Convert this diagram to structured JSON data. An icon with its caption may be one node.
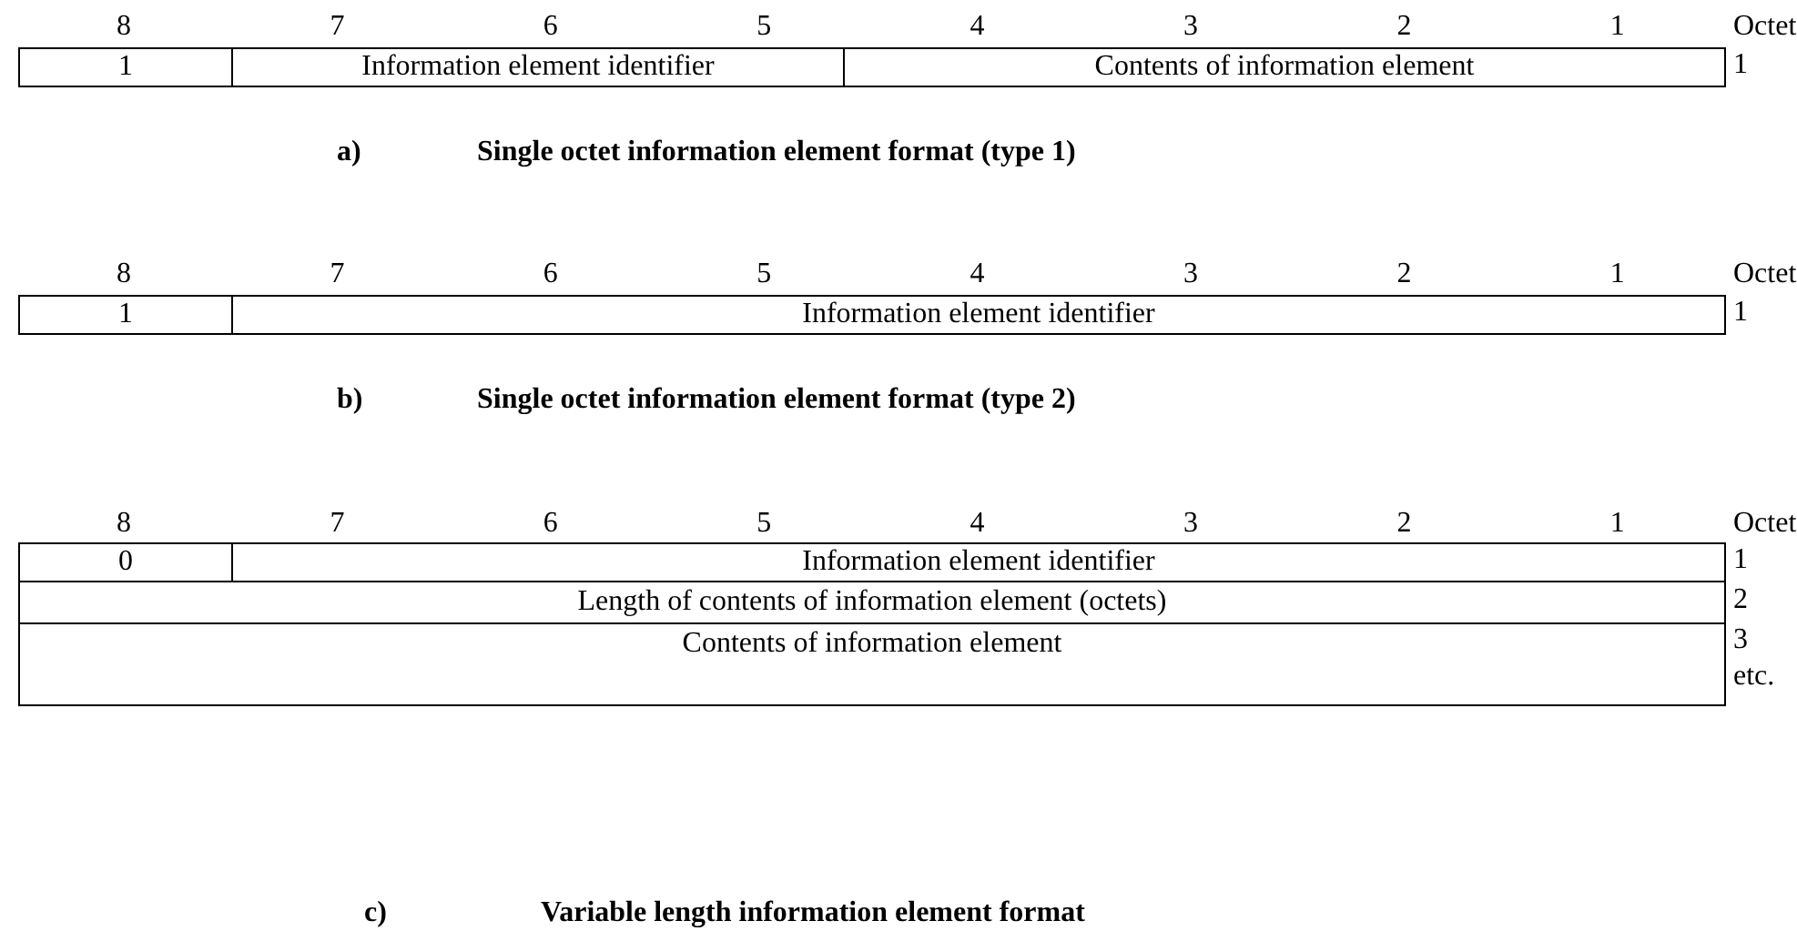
{
  "diagram": {
    "nodes": [
      {
        "text": [
          "1"
        ]
      },
      {
        "text": [
          "Information element identifier"
        ]
      },
      {
        "text": [
          "Contents of information element"
        ]
      },
      {
        "text": [
          "1"
        ]
      },
      {
        "text": [
          "Information element identifier"
        ]
      },
      {
        "text": [
          "0"
        ]
      },
      {
        "text": [
          "Information element identifier"
        ]
      },
      {
        "text": [
          "Length of contents of information element (octets)"
        ]
      },
      {
        "text": [
          "Contents of information element"
        ]
      }
    ],
    "labels": [
      "8",
      "7",
      "6",
      "5",
      "4",
      "3",
      "2",
      "1",
      "Octet",
      "1",
      "a)",
      "Single octet information element format (type 1)",
      "8",
      "7",
      "6",
      "5",
      "4",
      "3",
      "2",
      "1",
      "Octet",
      "1",
      "b)",
      "Single octet information element format (type 2)",
      "8",
      "7",
      "6",
      "5",
      "4",
      "3",
      "2",
      "1",
      "Octet",
      "1",
      "2",
      "3 etc.",
      "c)",
      "Variable length information element format"
    ]
  }
}
